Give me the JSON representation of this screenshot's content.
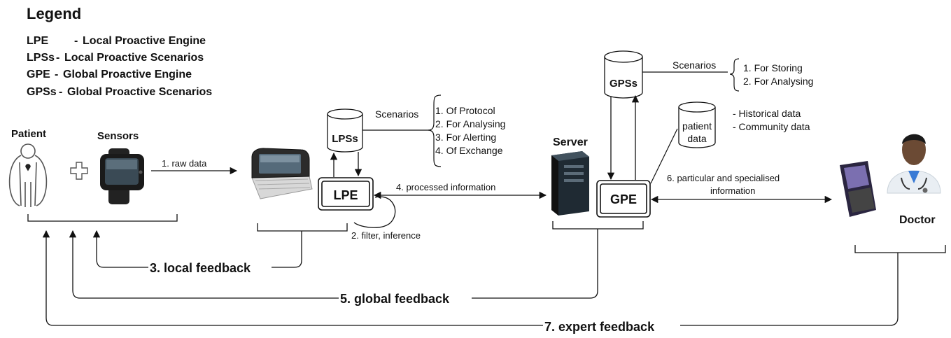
{
  "legend": {
    "title": "Legend",
    "items": [
      {
        "abbr": "LPE",
        "sep": "- ",
        "desc": "Local Proactive Engine"
      },
      {
        "abbr": "LPSs",
        "sep": "- ",
        "desc": "Local Proactive Scenarios"
      },
      {
        "abbr": "GPE",
        "sep": "- ",
        "desc": "Global Proactive Engine"
      },
      {
        "abbr": "GPSs",
        "sep": "- ",
        "desc": "Global Proactive Scenarios"
      }
    ]
  },
  "actors": {
    "patient": "Patient",
    "sensors": "Sensors",
    "server": "Server",
    "doctor": "Doctor"
  },
  "nodes": {
    "lpss": "LPSs",
    "lpe": "LPE",
    "gpss": "GPSs",
    "gpe": "GPE",
    "patient_data_1": "patient",
    "patient_data_2": "data"
  },
  "local_scenarios": {
    "label": "Scenarios",
    "items": [
      "1. Of Protocol",
      "2. For Analysing",
      "3. For Alerting",
      "4. Of Exchange"
    ]
  },
  "global_scenarios": {
    "label": "Scenarios",
    "items": [
      "1. For Storing",
      "2. For Analysing"
    ]
  },
  "data_notes": [
    "- Historical data",
    "- Community data"
  ],
  "edges": {
    "raw_data": "1. raw data",
    "filter_inference": "2. filter, inference",
    "processed_information": "4. processed information",
    "particular_1": "6. particular and specialised",
    "particular_2": "information"
  },
  "feedback": {
    "local": "3. local feedback",
    "global": "5. global feedback",
    "expert": "7. expert feedback"
  }
}
